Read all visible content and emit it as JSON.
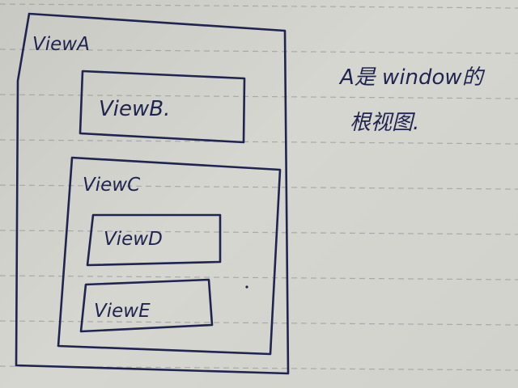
{
  "colors": {
    "paper": "#d3d3cd",
    "ruled_line": "#9a9aa0",
    "ink": "#1f2450"
  },
  "diagram": {
    "outer": {
      "label": "ViewA"
    },
    "child_b": {
      "label": "ViewB."
    },
    "child_c": {
      "label": "ViewC",
      "child_d": {
        "label": "ViewD"
      },
      "child_e": {
        "label": "ViewE"
      }
    },
    "note": {
      "line1": "A是 window的",
      "line2": "根视图."
    }
  }
}
